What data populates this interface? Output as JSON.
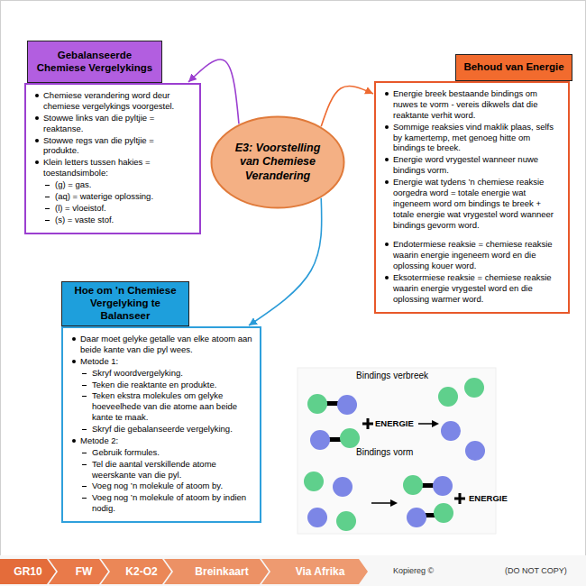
{
  "diagram": {
    "nodes": [
      {
        "text": [
          "E3: Voorstelling van Chemiese Verandering"
        ]
      },
      {
        "text": [
          "Gebalanseerde Chemiese Vergelykings",
          "Chemiese verandering word deur chemiese vergelykings voorgestel.",
          "Stowwe links van die pyltjie = reaktanse.",
          "Stowwe regs van die pyltjie = produkte.",
          "Klein letters tussen hakies = toestandsimbole:",
          "(g) = gas.",
          "(aq) = waterige oplossing.",
          "(l) = vloeistof.",
          "(s) = vaste stof."
        ]
      },
      {
        "text": [
          "Behoud van Energie",
          "Energie breek bestaande bindings om nuwes te vorm - vereis dikwels dat die reaktante verhit word.",
          "Sommige reaksies vind maklik plaas, selfs by kamertemp, met genoeg hitte om bindings te breek.",
          "Energie word vrygestel wanneer nuwe bindings vorm.",
          "Energie wat tydens ’n chemiese reaksie oorgedra word = totale energie wat ingeneem word om bindings te breek + totale energie wat vrygestel word wanneer bindings gevorm word.",
          "Endotermiese reaksie = chemiese reaksie waarin energie ingeneem word en die oplossing kouer word.",
          "Eksotermiese reaksie = chemiese reaksie waarin energie vrygestel word en die oplossing warmer word."
        ]
      },
      {
        "text": [
          "Hoe om ’n Chemiese Vergelyking te Balanseer",
          "Daar moet gelyke getalle van elke atoom aan beide kante van die pyl wees.",
          "Metode 1:",
          "Skryf woordvergelyking.",
          "Teken die reaktante en produkte.",
          "Teken ekstra molekules om gelyke hoeveelhede van die atome aan beide kante te maak.",
          "Skryf die gebalanseerde vergelyking.",
          "Metode 2:",
          "Gebruik formules.",
          "Tel die aantal verskillende atome weerskante van die pyl.",
          "Voeg nog ’n molekule of atoom by.",
          "Voeg nog ’n molekule of atoom by indien nodig."
        ]
      },
      {
        "text": [
          "GR10"
        ]
      },
      {
        "text": [
          "FW"
        ]
      },
      {
        "text": [
          "K2-O2"
        ]
      },
      {
        "text": [
          "Breinkaart"
        ]
      },
      {
        "text": [
          "Via Afrika"
        ]
      }
    ],
    "edges": [
      {
        "from": 0,
        "to": 1,
        "arrow": "to"
      },
      {
        "from": 0,
        "to": 2,
        "arrow": "to"
      },
      {
        "from": 0,
        "to": 3,
        "arrow": "to"
      }
    ],
    "labels": [
      "Bindings verbreek",
      "ENERGIE",
      "Bindings vorm",
      "ENERGIE",
      "Kopiereg ©",
      "(DO NOT COPY)"
    ]
  }
}
